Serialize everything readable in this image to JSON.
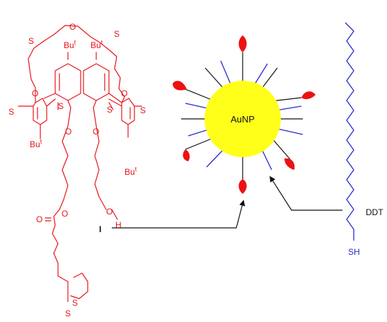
{
  "nanoparticle": {
    "label": "AuNP",
    "core_color": "#ffff1a",
    "ligand_tip_color": "#ee1111"
  },
  "compound_I": {
    "label": "I",
    "color": "#e8141c",
    "atom_labels": {
      "o_top": "O",
      "s_left": "S",
      "s_right": "S",
      "o_crown_left": "O",
      "o_crown_right": "O",
      "s_ring_left": "S",
      "s_ring_mid_left": "S",
      "s_ring_mid_right": "S",
      "s_ring_right": "S",
      "o_chain_left": "O",
      "o_chain_right": "O",
      "o_ester": "O",
      "o_carbonyl": "O",
      "o_hydroxyl": "O",
      "h_hydroxyl": "H",
      "s_dithiolane_1": "S",
      "s_dithiolane_2": "S"
    },
    "tbu": {
      "base": "Bu",
      "sup": "t"
    }
  },
  "ddt": {
    "label": "DDT",
    "thiol": "SH",
    "color": "#2a2acf"
  }
}
